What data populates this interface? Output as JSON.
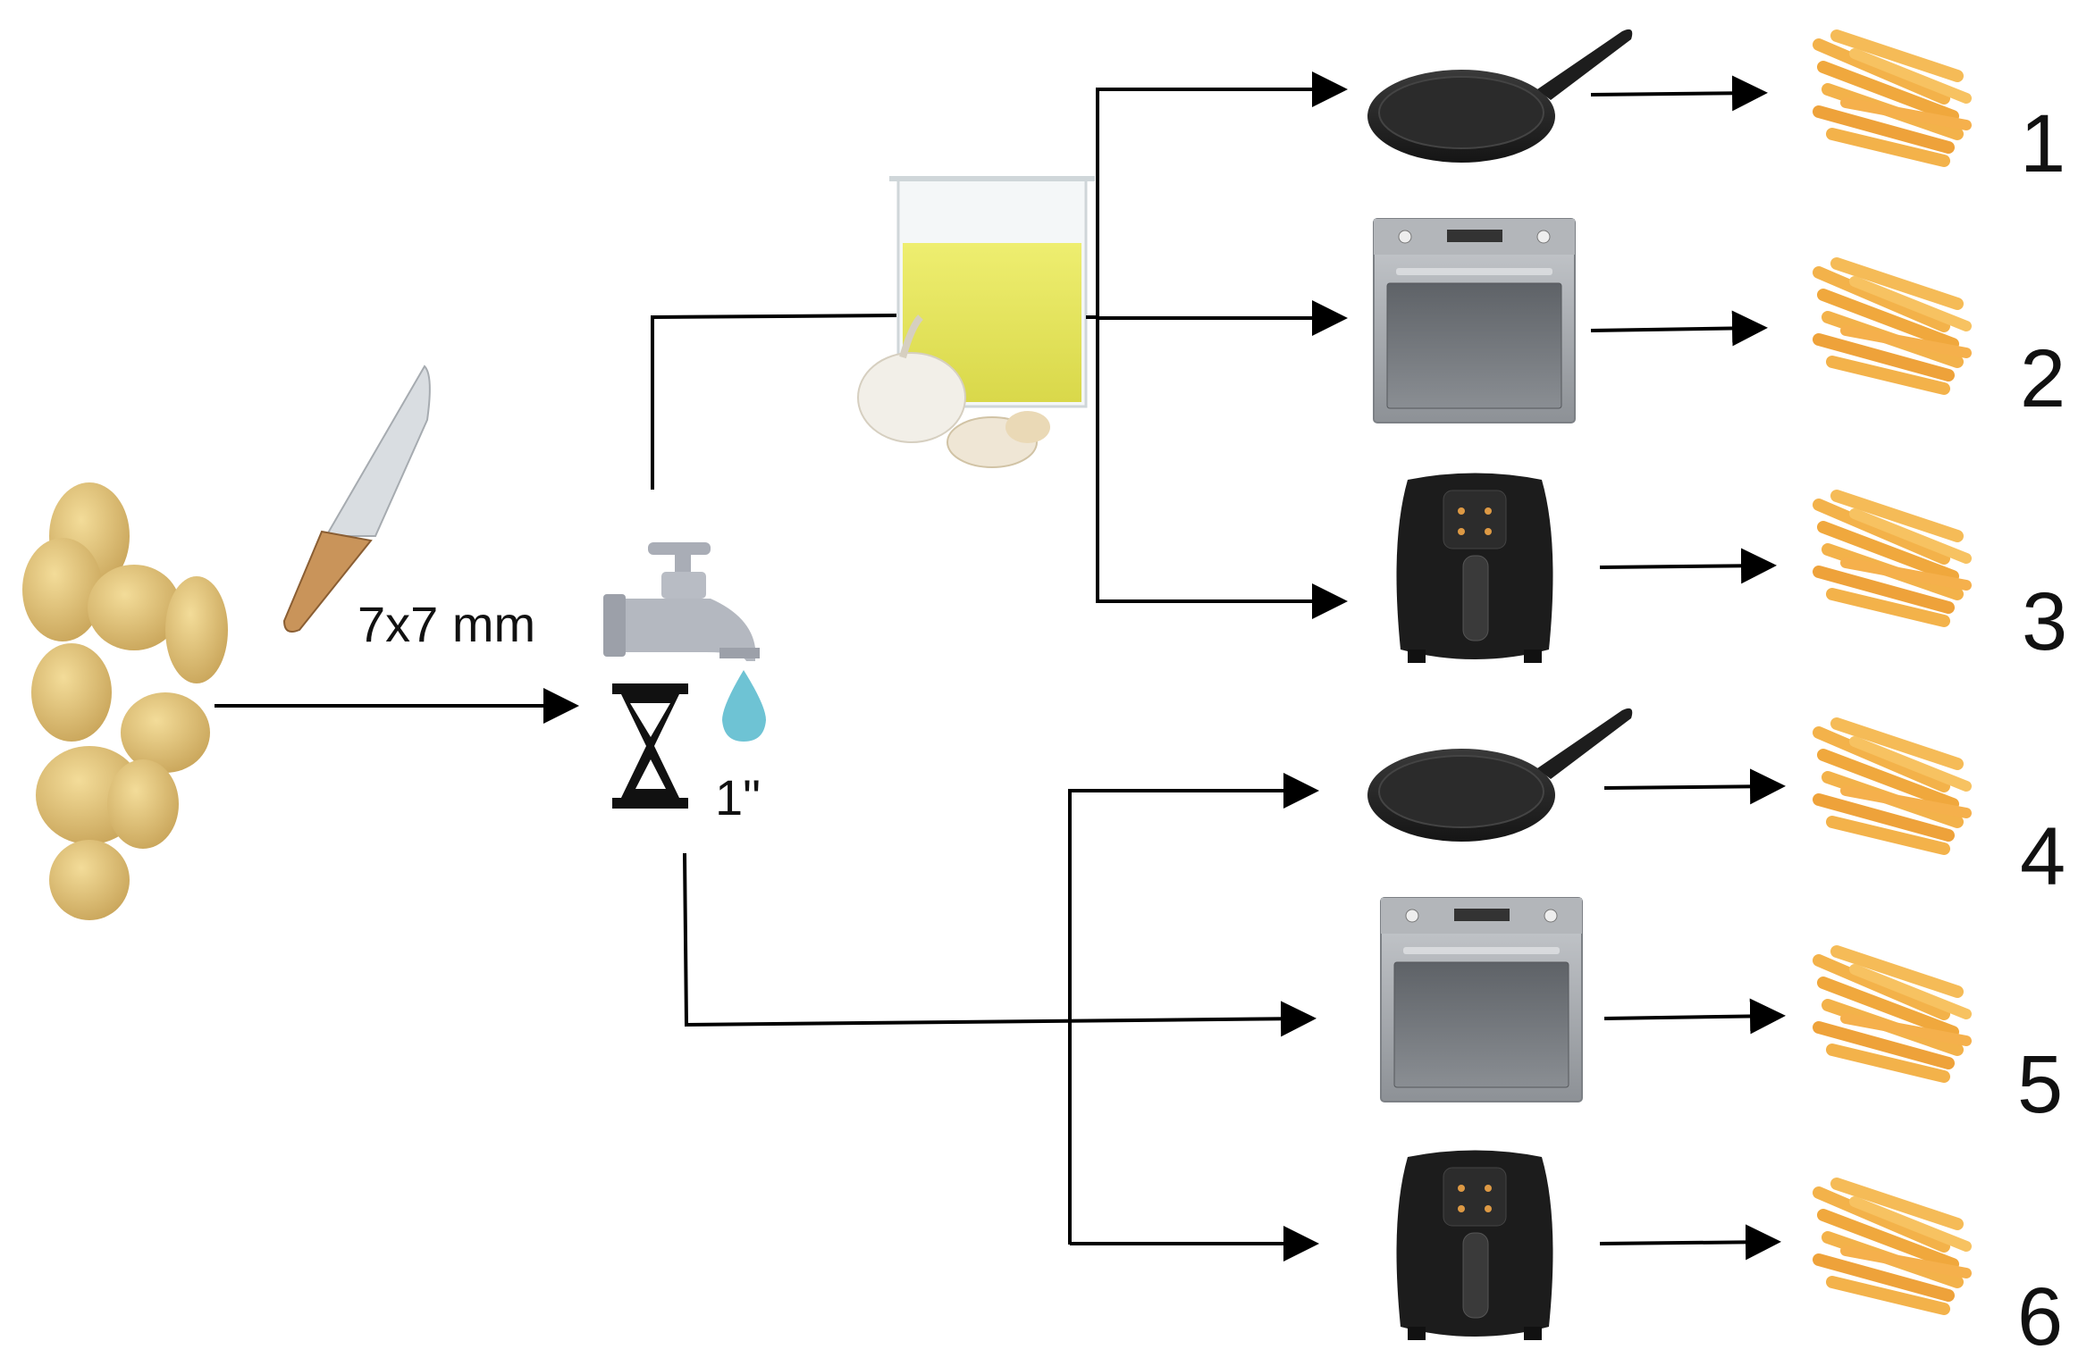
{
  "cut_size": "7x7 mm",
  "soak_time": "1\"",
  "outputs": [
    {
      "number": "1",
      "method": "frying-pan",
      "pretreated": true
    },
    {
      "number": "2",
      "method": "oven",
      "pretreated": true
    },
    {
      "number": "3",
      "method": "air-fryer",
      "pretreated": true
    },
    {
      "number": "4",
      "method": "frying-pan",
      "pretreated": false
    },
    {
      "number": "5",
      "method": "oven",
      "pretreated": false
    },
    {
      "number": "6",
      "method": "air-fryer",
      "pretreated": false
    }
  ],
  "icons": {
    "raw": "potatoes-icon",
    "cut": "knife-icon",
    "wash": "water-tap-icon",
    "time": "hourglass-icon",
    "pretreatment": "garlic-brine-beaker-icon",
    "pan": "frying-pan-icon",
    "oven": "oven-icon",
    "airfryer": "air-fryer-icon",
    "product": "french-fries-icon"
  },
  "colors": {
    "potato": "#e3c577",
    "fries": "#f3b24a",
    "brine": "#e6e35a",
    "pan": "#2d2d2d",
    "oven": "#9a9ea3",
    "airfryer": "#1c1c1c",
    "water": "#6ec3d4",
    "arrows": "#000000"
  }
}
